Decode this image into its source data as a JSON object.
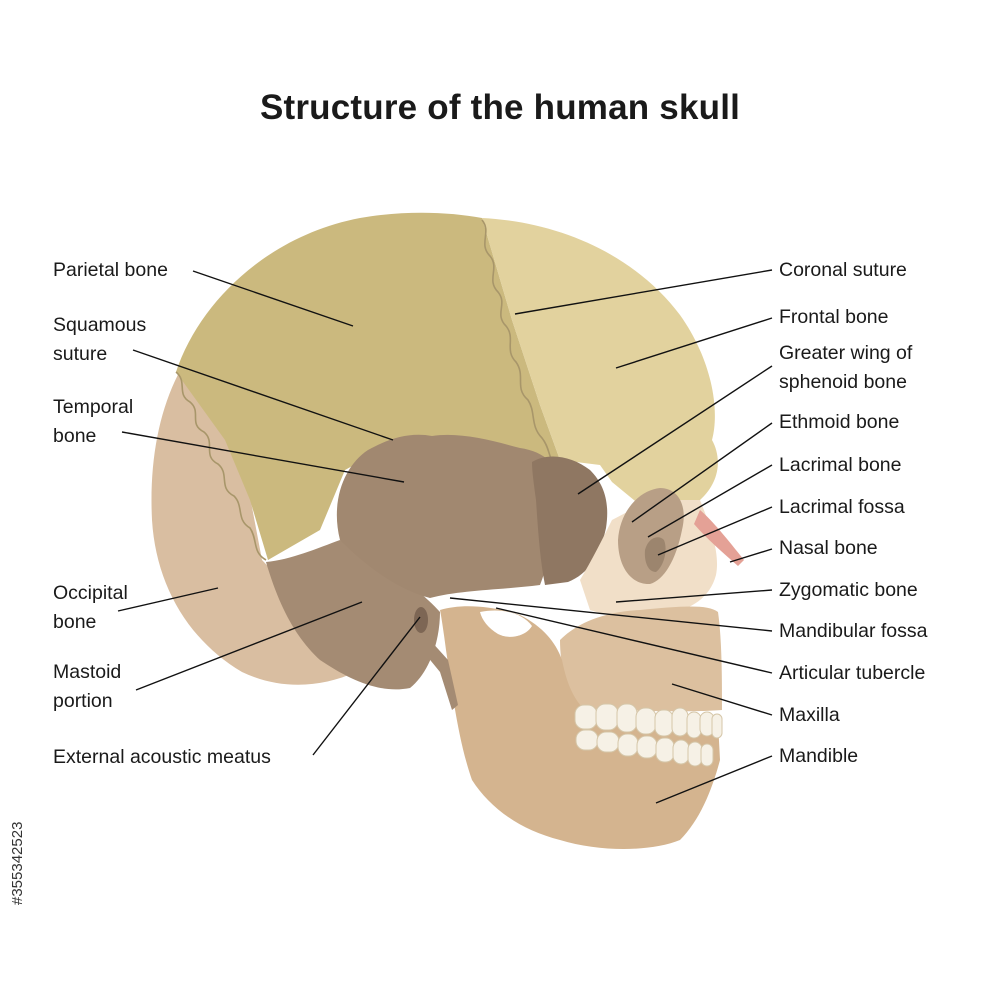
{
  "title": "Structure of the human skull",
  "labels_left": {
    "parietal_bone": "Parietal bone",
    "squamous_suture": [
      "Squamous",
      "suture"
    ],
    "temporal_bone": [
      "Temporal",
      "bone"
    ],
    "occipital_bone": [
      "Occipital",
      "bone"
    ],
    "mastoid_portion": [
      "Mastoid",
      "portion"
    ],
    "external_acoustic_meatus": "External acoustic meatus"
  },
  "labels_right": {
    "coronal_suture": "Coronal suture",
    "frontal_bone": "Frontal bone",
    "greater_wing_sphenoid": [
      "Greater wing of",
      "sphenoid bone"
    ],
    "ethmoid_bone": "Ethmoid bone",
    "lacrimal_bone": "Lacrimal bone",
    "lacrimal_fossa": "Lacrimal fossa",
    "nasal_bone": "Nasal bone",
    "zygomatic_bone": "Zygomatic bone",
    "mandibular_fossa": "Mandibular fossa",
    "articular_tubercle": "Articular tubercle",
    "maxilla": "Maxilla",
    "mandible": "Mandible"
  },
  "stock_id": "#355342523",
  "colors": {
    "parietal": "#cbb97e",
    "frontal": "#e2d29e",
    "occipital": "#d9bea1",
    "temporal": "#a48b73",
    "temporal_squama": "#a18870",
    "sphenoid": "#8f7762",
    "zygomatic": "#f1dfc8",
    "maxilla": "#dcc09f",
    "mandible": "#d4b48f",
    "nasal": "#e4a196",
    "teeth": "#f6f1e6",
    "suture": "#9b8a62"
  }
}
